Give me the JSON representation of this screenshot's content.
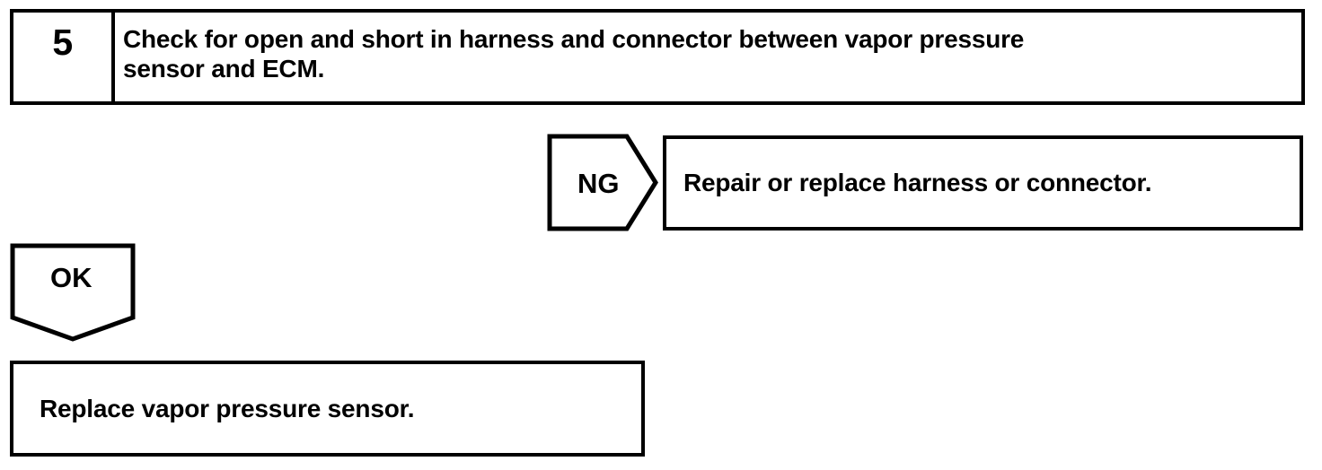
{
  "diagram": {
    "type": "troubleshooting-flowchart",
    "ink_color": "#000000",
    "background_color": "#ffffff",
    "step": {
      "number": "5",
      "instruction": "Check for open and short in harness and connector between vapor pressure\nsensor and ECM."
    },
    "branches": [
      {
        "judgement": "NG",
        "direction": "right",
        "action": "Repair or replace harness or connector."
      },
      {
        "judgement": "OK",
        "direction": "down",
        "action": "Replace vapor pressure sensor."
      }
    ]
  }
}
